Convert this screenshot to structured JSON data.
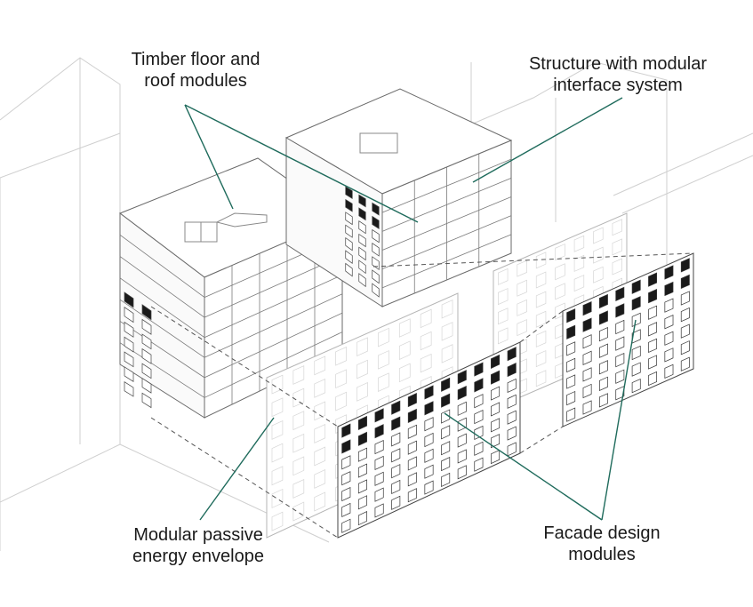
{
  "labels": {
    "timber": {
      "line1": "Timber floor and",
      "line2": "roof modules"
    },
    "structure": {
      "line1": "Structure with modular",
      "line2": "interface system"
    },
    "envelope": {
      "line1": "Modular passive",
      "line2": "energy envelope"
    },
    "facade": {
      "line1": "Facade design",
      "line2": "modules"
    }
  },
  "colors": {
    "leader": "#1f6b5c",
    "context_line": "#c8c8c8",
    "structure_line": "#555555",
    "window_dark": "#1a1a1a",
    "window_light": "#d6d6d6"
  }
}
